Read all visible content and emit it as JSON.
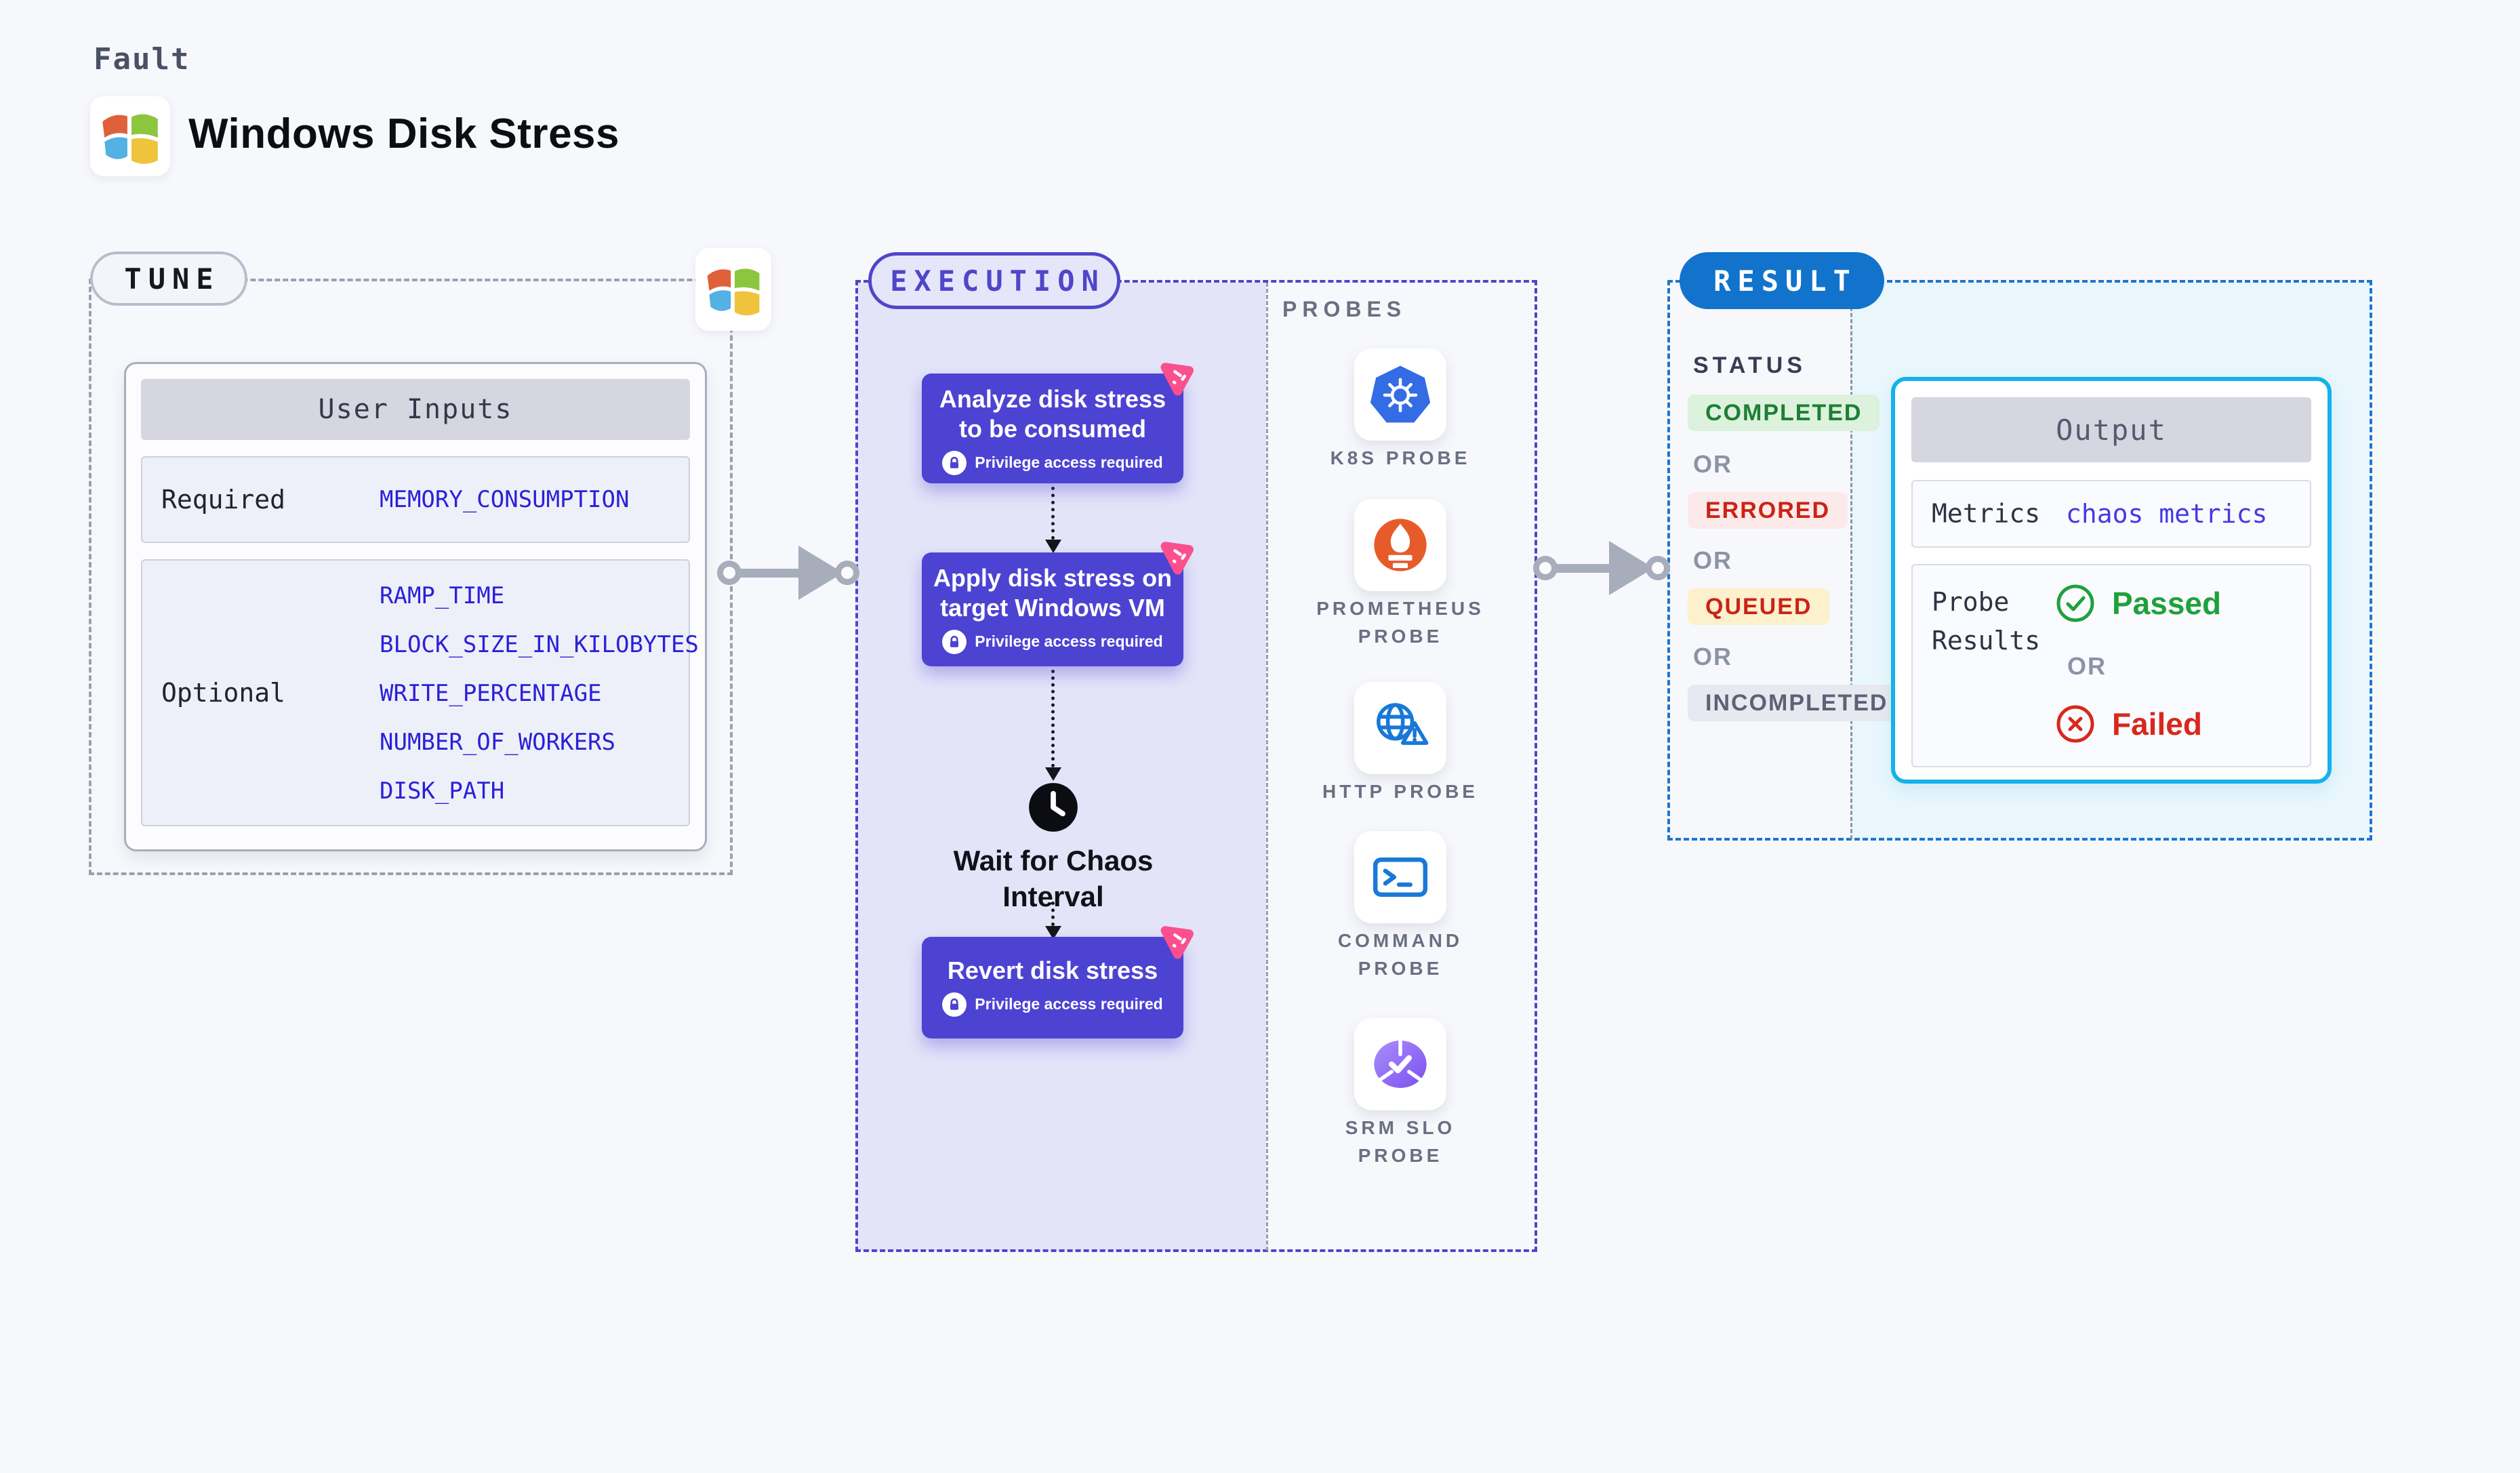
{
  "header": {
    "kind_label": "Fault",
    "title": "Windows Disk Stress",
    "logo_icon": "windows-logo-icon"
  },
  "tune": {
    "badge": "TUNE",
    "corner_icon": "windows-logo-icon",
    "card_title": "User Inputs",
    "required_label": "Required",
    "required_params": [
      "MEMORY_CONSUMPTION"
    ],
    "optional_label": "Optional",
    "optional_params": [
      "RAMP_TIME",
      "BLOCK_SIZE_IN_KILOBYTES",
      "WRITE_PERCENTAGE",
      "NUMBER_OF_WORKERS",
      "DISK_PATH"
    ]
  },
  "execution": {
    "badge": "EXECUTION",
    "steps": [
      {
        "title": "Analyze disk stress to be consumed",
        "note": "Privilege access required",
        "badge_icon": "chaos-pink-icon",
        "note_icon": "lock-icon"
      },
      {
        "title": "Apply disk stress on target Windows VM",
        "note": "Privilege access required",
        "badge_icon": "chaos-pink-icon",
        "note_icon": "lock-icon"
      },
      {
        "title": "Revert disk stress",
        "note": "Privilege access required",
        "badge_icon": "chaos-pink-icon",
        "note_icon": "lock-icon"
      }
    ],
    "wait_label": "Wait for Chaos Interval",
    "wait_icon": "clock-icon",
    "probes": {
      "heading": "PROBES",
      "items": [
        {
          "label": "K8S PROBE",
          "icon": "kubernetes-icon"
        },
        {
          "label": "PROMETHEUS PROBE",
          "icon": "prometheus-icon"
        },
        {
          "label": "HTTP PROBE",
          "icon": "http-globe-warning-icon"
        },
        {
          "label": "COMMAND PROBE",
          "icon": "terminal-icon"
        },
        {
          "label": "SRM SLO PROBE",
          "icon": "slo-pie-check-icon"
        }
      ]
    }
  },
  "result": {
    "badge": "RESULT",
    "status_heading": "STATUS",
    "or_label": "OR",
    "statuses": [
      {
        "label": "COMPLETED",
        "text_color": "#1e7e34",
        "bg_color": "#dcf2dc"
      },
      {
        "label": "ERRORED",
        "text_color": "#c92417",
        "bg_color": "#fceaea"
      },
      {
        "label": "QUEUED",
        "text_color": "#c92417",
        "bg_color": "#fcf0cd"
      },
      {
        "label": "INCOMPLETED",
        "text_color": "#5d6275",
        "bg_color": "#e8e9f0"
      }
    ],
    "output": {
      "title": "Output",
      "metrics_label": "Metrics",
      "metrics_link": "chaos metrics",
      "probe_results_label": "Probe Results",
      "passed_label": "Passed",
      "passed_icon": "circle-check-icon",
      "failed_label": "Failed",
      "failed_icon": "circle-x-icon"
    }
  },
  "colors": {
    "page_bg": "#f7f8fc",
    "execution_panel_bg": "#e4e4f9",
    "execution_accent": "#4f46c8",
    "step_card_bg": "#4c43d2",
    "chaos_badge_pink": "#fb4f8e",
    "result_accent": "#1273cc",
    "output_border_cyan": "#14b2ea",
    "result_panel_bg": "#e9f7fd",
    "param_blue": "#2b21d8",
    "link_indigo": "#4639e4",
    "passed_green": "#1ea13b",
    "failed_red": "#d8281c"
  }
}
